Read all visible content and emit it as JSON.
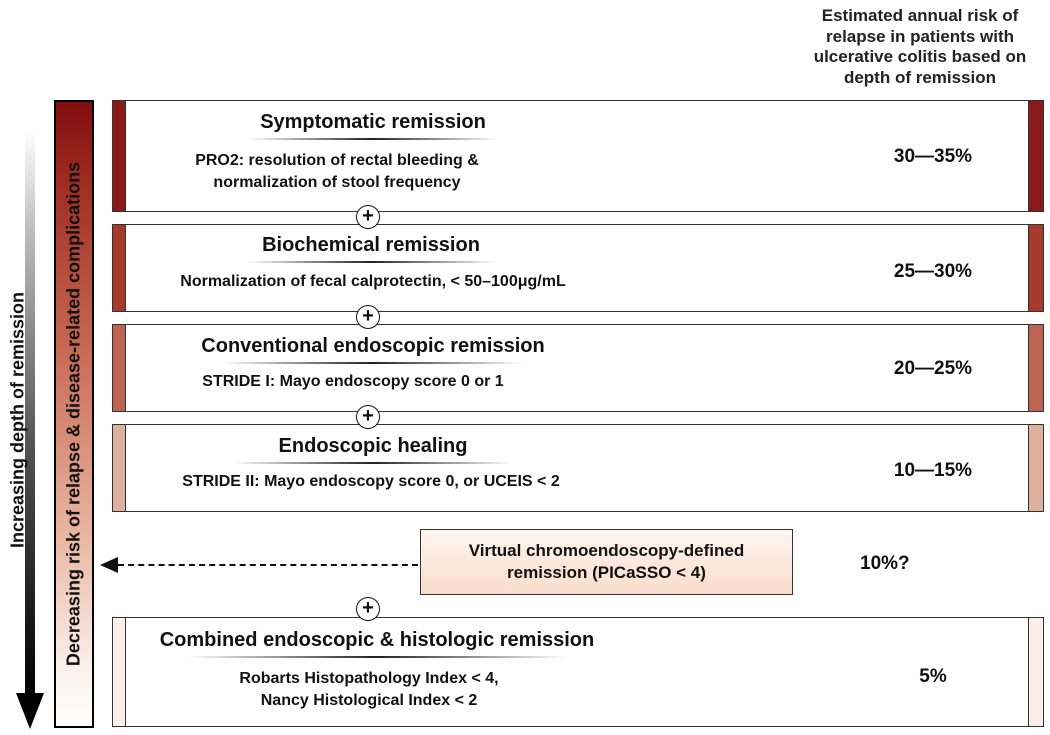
{
  "header": {
    "lines": [
      "Estimated annual risk of",
      "relapse in patients with",
      "ulcerative colitis based on",
      "depth of remission"
    ]
  },
  "axes": {
    "depth_label": "Increasing depth of remission",
    "risk_label": "Decreasing risk of relapse & disease-related complications"
  },
  "plus_symbol": "+",
  "stages": [
    {
      "title": "Symptomatic remission",
      "description_lines": [
        "PRO2: resolution of rectal bleeding &",
        "normalization of stool frequency"
      ],
      "risk": "30—35%",
      "color": "#8b1a1a"
    },
    {
      "title": "Biochemical remission",
      "description_lines": [
        "Normalization of fecal calprotectin, < 50–100μg/mL"
      ],
      "risk": "25—30%",
      "color": "#a43b2c"
    },
    {
      "title": "Conventional endoscopic remission",
      "description_lines": [
        "STRIDE I: Mayo endoscopy score 0 or 1"
      ],
      "risk": "20—25%",
      "color": "#bd6553"
    },
    {
      "title": "Endoscopic healing",
      "description_lines": [
        "STRIDE II: Mayo endoscopy score 0, or UCEIS < 2"
      ],
      "risk": "10—15%",
      "color": "#deb09e"
    },
    {
      "title": "Combined endoscopic & histologic remission",
      "description_lines": [
        "Robarts Histopathology Index < 4,",
        "Nancy Histological Index < 2"
      ],
      "risk": "5%",
      "color": "#fbeee8"
    }
  ],
  "virtual_chromoendoscopy": {
    "lines": [
      "Virtual chromoendoscopy-defined",
      "remission (PICaSSO < 4)"
    ],
    "risk": "10%?"
  }
}
